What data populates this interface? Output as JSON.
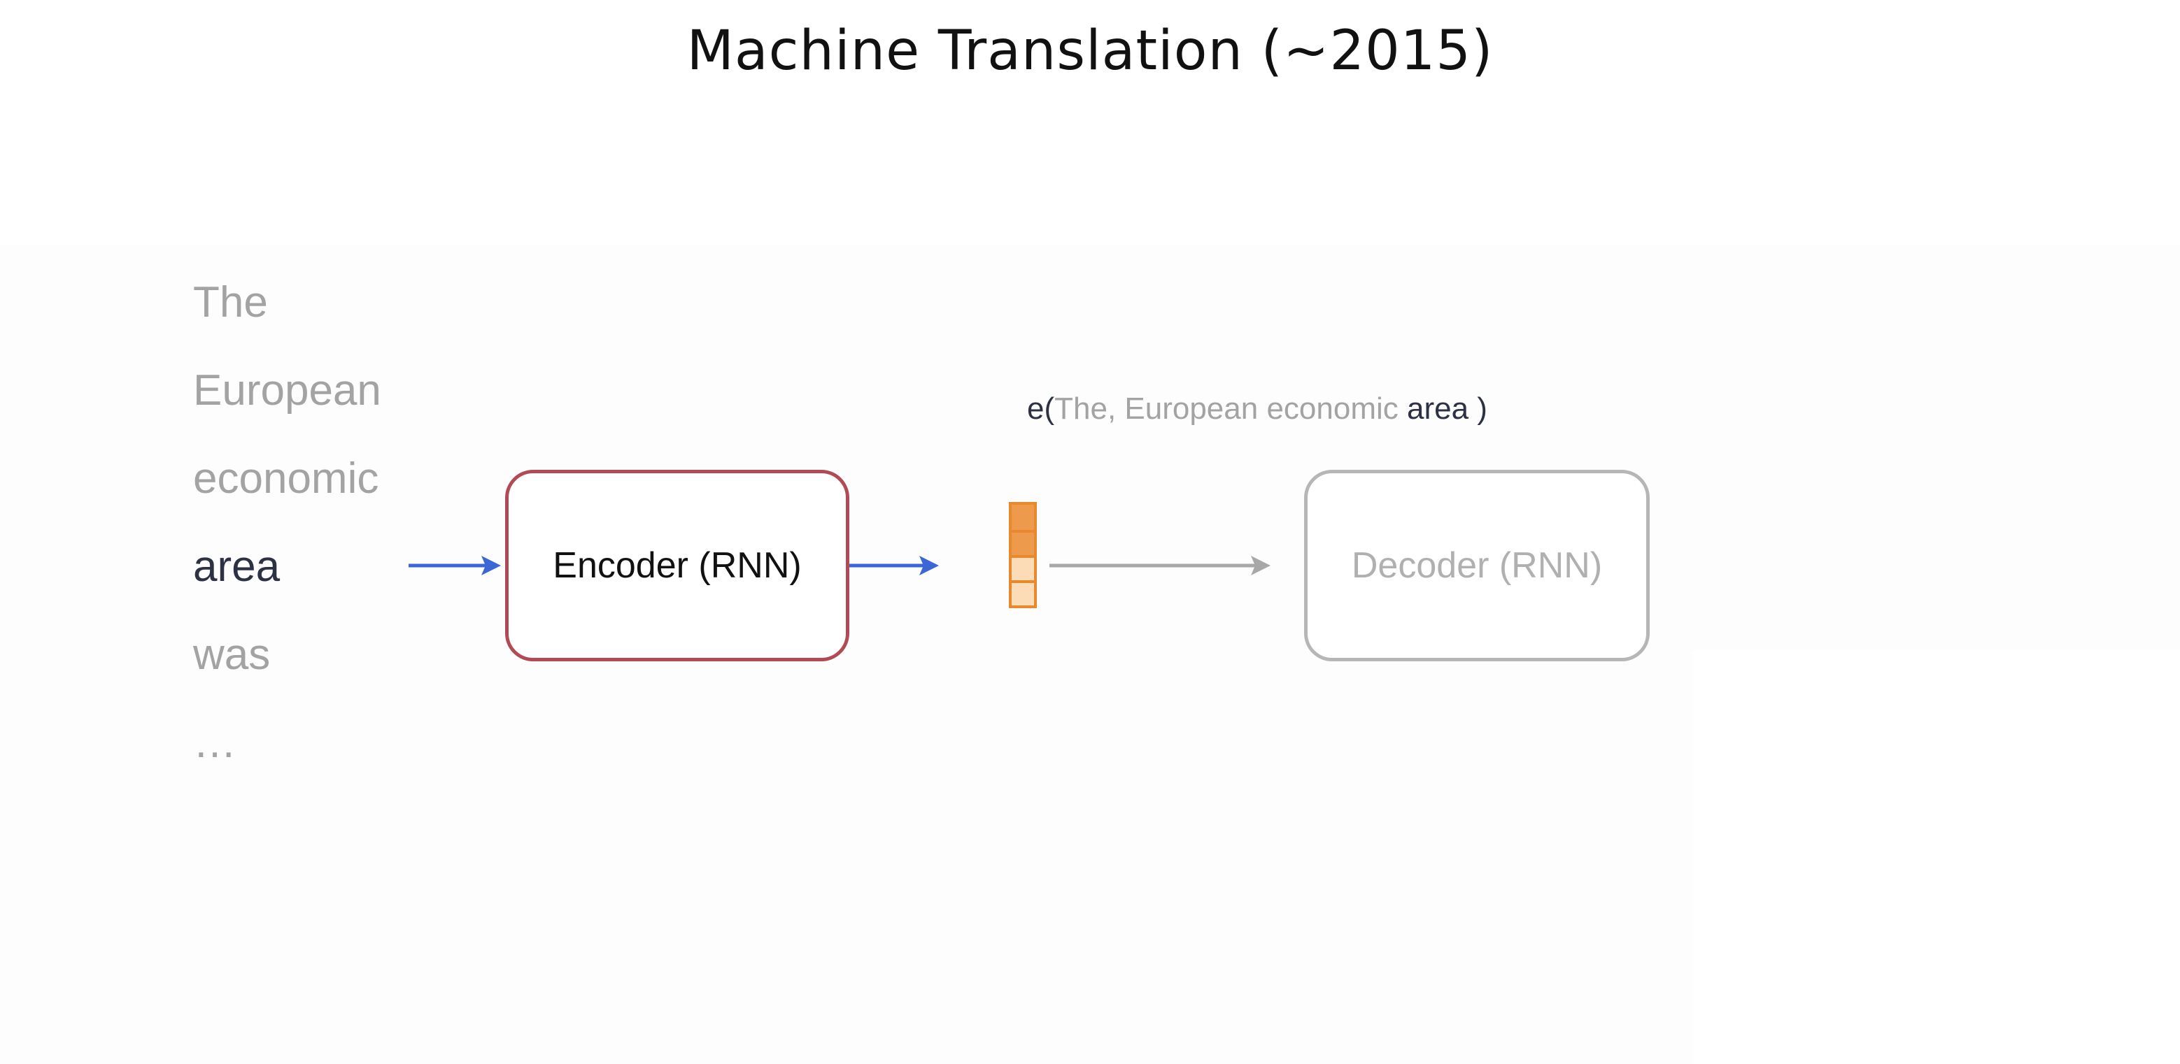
{
  "title": "Machine Translation (~2015)",
  "input_words": [
    {
      "text": "The",
      "active": false
    },
    {
      "text": "European",
      "active": false
    },
    {
      "text": "economic",
      "active": false
    },
    {
      "text": "area",
      "active": true
    },
    {
      "text": "was",
      "active": false
    },
    {
      "text": "…",
      "active": false
    }
  ],
  "encoder_label": "Encoder (RNN)",
  "decoder_label": "Decoder (RNN)",
  "embedding_label": {
    "prefix": "e(",
    "faded": "The, European economic ",
    "highlight": "area",
    "suffix": " )"
  },
  "vector_cells": [
    "full",
    "full",
    "light",
    "light"
  ],
  "colors": {
    "encoder_border": "#b14a55",
    "decoder_border": "#b6b6b6",
    "active_arrow": "#3b66d6",
    "inactive_arrow": "#a8a8a8",
    "vector": "#e8892e",
    "active_word": "#2c3243",
    "faded_word": "#a3a3a3"
  }
}
